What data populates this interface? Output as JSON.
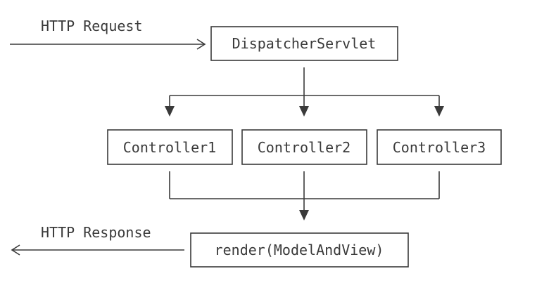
{
  "labels": {
    "request": "HTTP Request",
    "response": "HTTP Response"
  },
  "nodes": {
    "dispatcher": "DispatcherServlet",
    "controller1": "Controller1",
    "controller2": "Controller2",
    "controller3": "Controller3",
    "render": "render(ModelAndView)"
  },
  "colors": {
    "stroke": "#3a3a3a",
    "text": "#3a3a3a",
    "background": "#ffffff"
  }
}
